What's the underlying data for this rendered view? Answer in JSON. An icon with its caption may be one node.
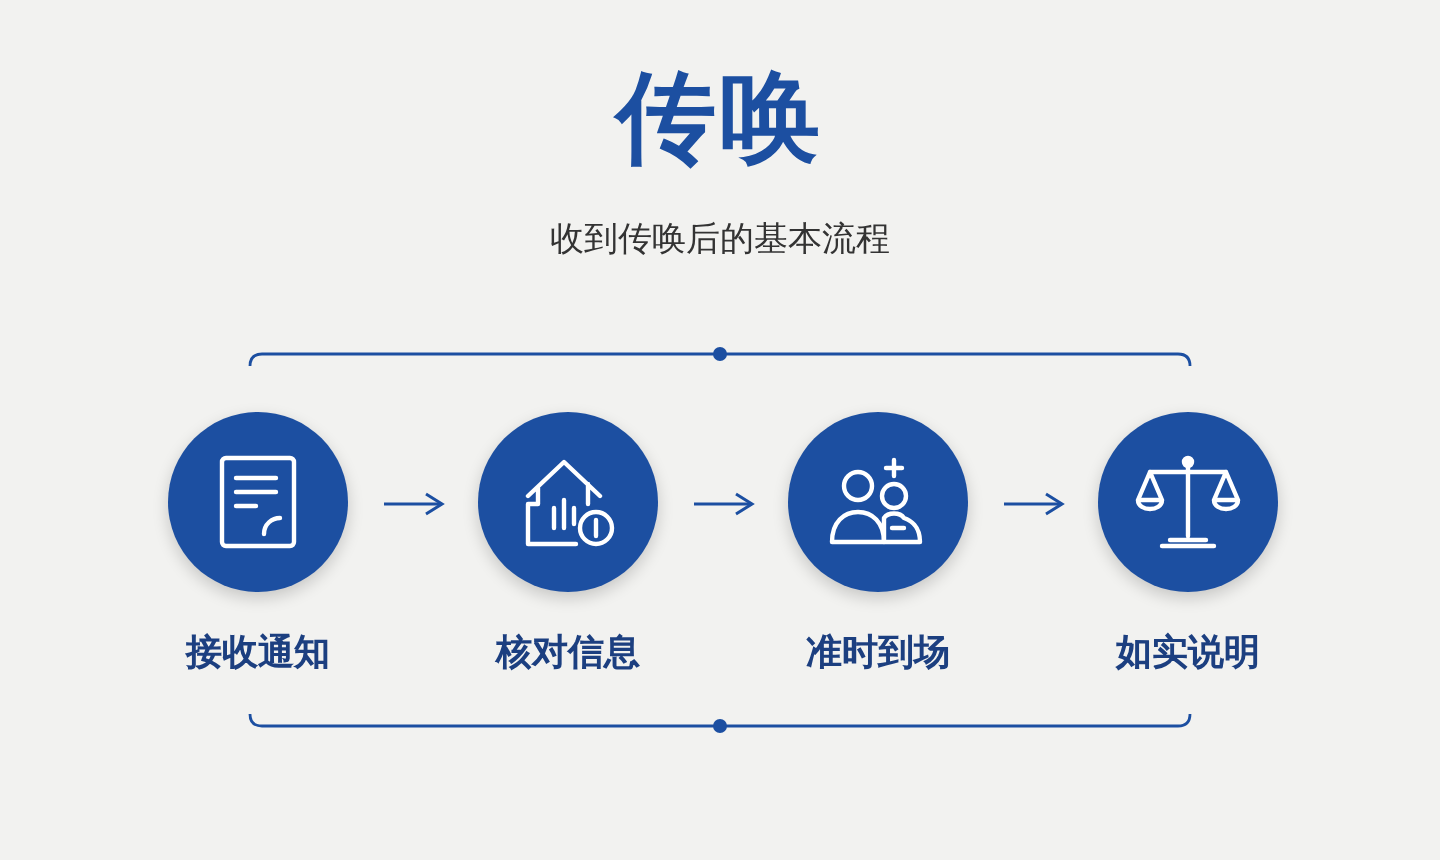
{
  "diagram": {
    "title": "传唤",
    "caption": "收到传唤后的基本流程",
    "nodes": [
      {
        "text": [
          "接收通知"
        ]
      },
      {
        "text": [
          "核对信息"
        ]
      },
      {
        "text": [
          "准时到场"
        ]
      },
      {
        "text": [
          "如实说明"
        ]
      }
    ],
    "edges": [
      {
        "from": 0,
        "to": 1,
        "arrow": "to"
      },
      {
        "from": 1,
        "to": 2,
        "arrow": "to"
      },
      {
        "from": 2,
        "to": 3,
        "arrow": "to"
      }
    ]
  }
}
